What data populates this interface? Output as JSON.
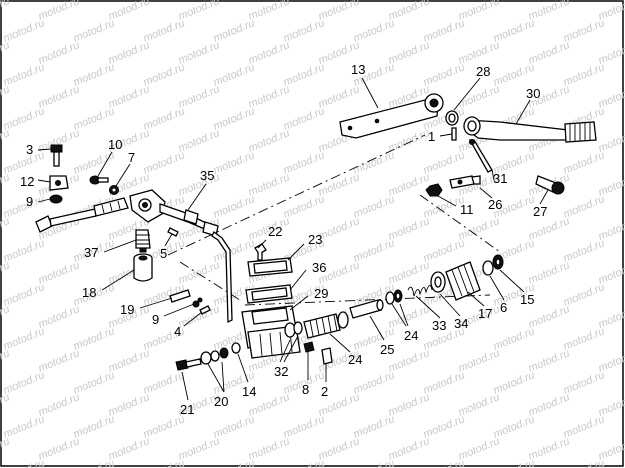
{
  "watermark": "motod.ru",
  "callouts": [
    "1",
    "2",
    "3",
    "4",
    "5",
    "6",
    "7",
    "8",
    "9",
    "9",
    "10",
    "11",
    "12",
    "13",
    "14",
    "15",
    "17",
    "18",
    "19",
    "20",
    "21",
    "22",
    "23",
    "24",
    "24",
    "25",
    "26",
    "27",
    "28",
    "29",
    "30",
    "31",
    "32",
    "33",
    "34",
    "35",
    "36",
    "37"
  ],
  "colors": {
    "line": "#000000",
    "background": "#ffffff",
    "watermark": "#c9c9c9"
  }
}
